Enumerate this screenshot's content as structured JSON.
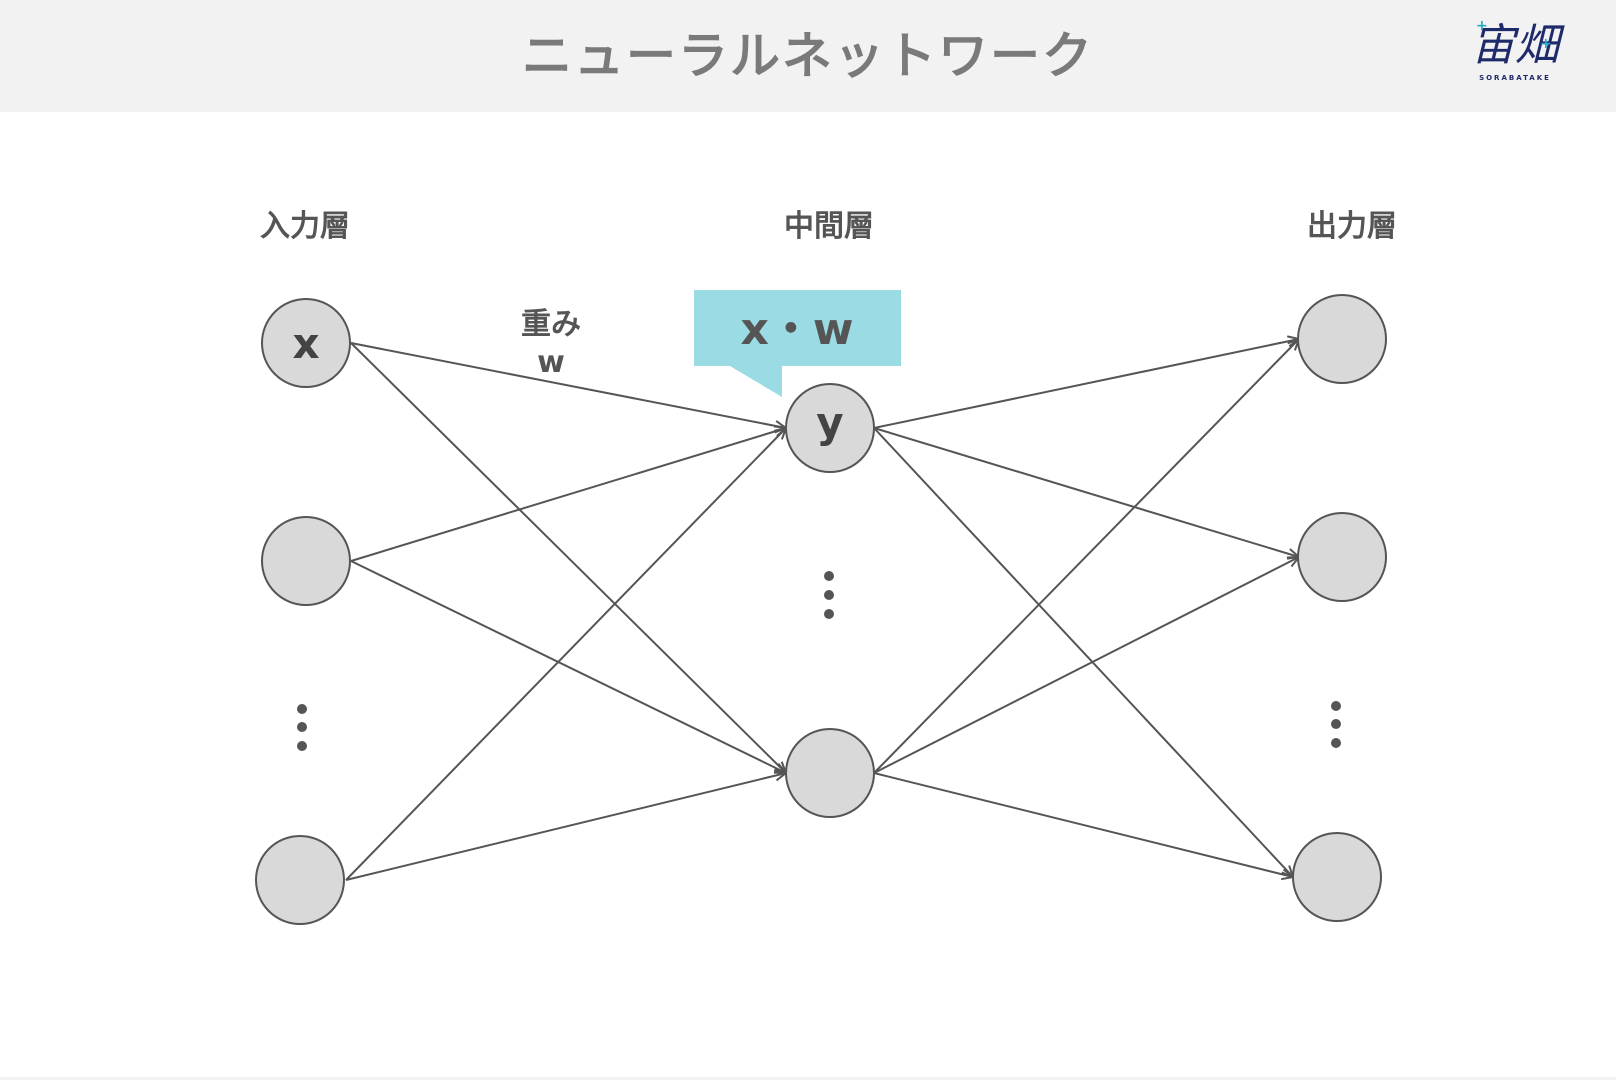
{
  "header": {
    "title": "ニューラルネットワーク",
    "logo_text": "宙畑",
    "logo_subtext": "SORABATAKE"
  },
  "diagram": {
    "layers": {
      "input": {
        "label": "入力層"
      },
      "hidden": {
        "label": "中間層"
      },
      "output": {
        "label": "出力層"
      }
    },
    "nodes": {
      "input_first": "x",
      "hidden_first": "y"
    },
    "weight": {
      "label": "重み",
      "symbol": "w"
    },
    "callout": {
      "text": "x・w"
    }
  },
  "colors": {
    "header_bg": "#f2f2f2",
    "title": "#7a7a7a",
    "node_fill": "#d9d9d9",
    "stroke": "#555555",
    "callout_bg": "#9adbe4",
    "logo_navy": "#1f2a6b",
    "logo_cyan": "#21a8c7"
  }
}
